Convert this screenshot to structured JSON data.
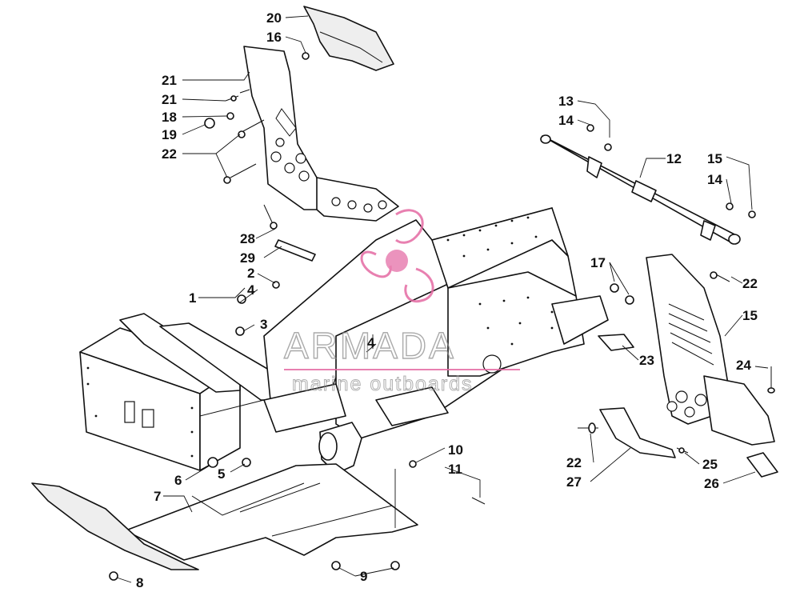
{
  "watermark": {
    "brand": "ARMADA",
    "tagline": "marine outboards",
    "logo_color": "#e46aa3",
    "text_color": "#8a8a8a"
  },
  "callouts": [
    "1",
    "2",
    "3",
    "4",
    "4",
    "5",
    "6",
    "7",
    "8",
    "9",
    "10",
    "11",
    "12",
    "13",
    "14",
    "14",
    "15",
    "15",
    "16",
    "17",
    "18",
    "19",
    "20",
    "21",
    "21",
    "22",
    "22",
    "22",
    "23",
    "24",
    "25",
    "26",
    "27",
    "28",
    "29"
  ]
}
